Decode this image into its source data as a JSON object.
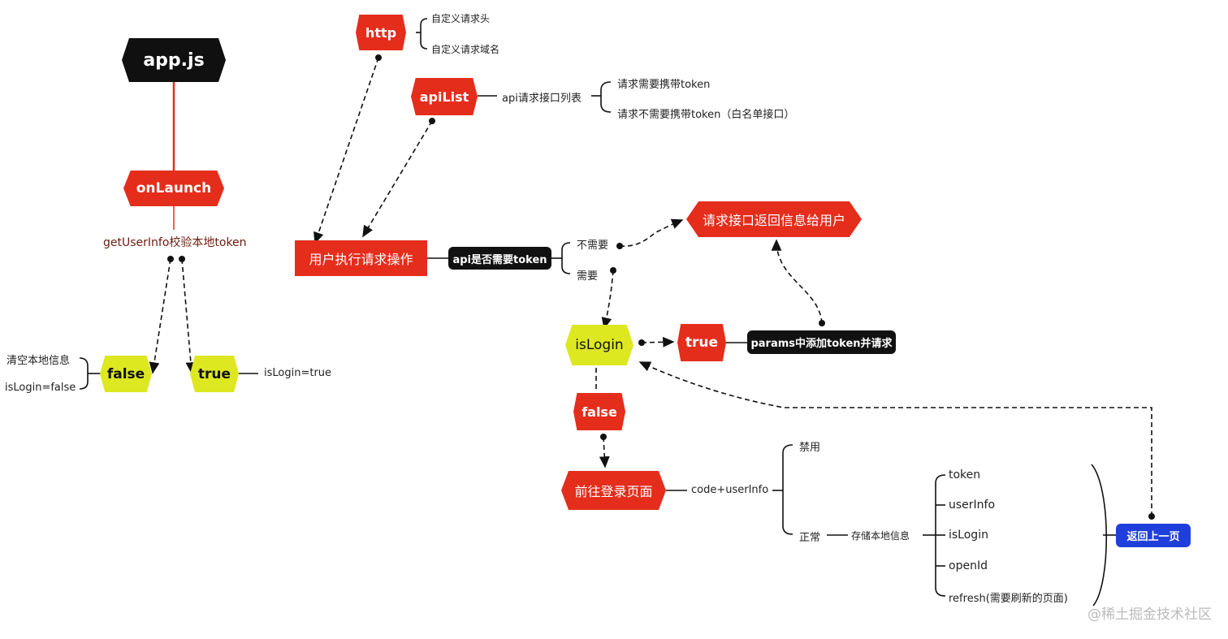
{
  "nodes": {
    "app_js": "app.js",
    "on_launch": "onLaunch",
    "get_user_info": "getUserInfo校验本地token",
    "false_left": "false",
    "true_left": "true",
    "clear_local": "清空本地信息",
    "is_login_false": "isLogin=false",
    "is_login_true": "isLogin=true",
    "http": "http",
    "custom_header": "自定义请求头",
    "custom_domain": "自定义请求域名",
    "api_list": "apiList",
    "api_list_desc": "api请求接口列表",
    "need_token": "请求需要携带token",
    "no_token": "请求不需要携带token（白名单接口）",
    "user_action": "用户执行请求操作",
    "need_token_q": "api是否需要token",
    "not_needed": "不需要",
    "needed": "需要",
    "return_info": "请求接口返回信息给用户",
    "is_login": "isLogin",
    "true_mid": "true",
    "params_token": "params中添加token并请求",
    "false_mid": "false",
    "goto_login": "前往登录页面",
    "code_userinfo": "code+userInfo",
    "disabled": "禁用",
    "normal": "正常",
    "store_local": "存储本地信息",
    "store_items": [
      "token",
      "userInfo",
      "isLogin",
      "openId",
      "refresh(需要刷新的页面)"
    ],
    "go_back": "返回上一页"
  },
  "watermark": "@稀土掘金技术社区",
  "colors": {
    "red": "#e52d1c",
    "yellow": "#dde820",
    "black": "#101010",
    "blue": "#1f3fdc"
  }
}
